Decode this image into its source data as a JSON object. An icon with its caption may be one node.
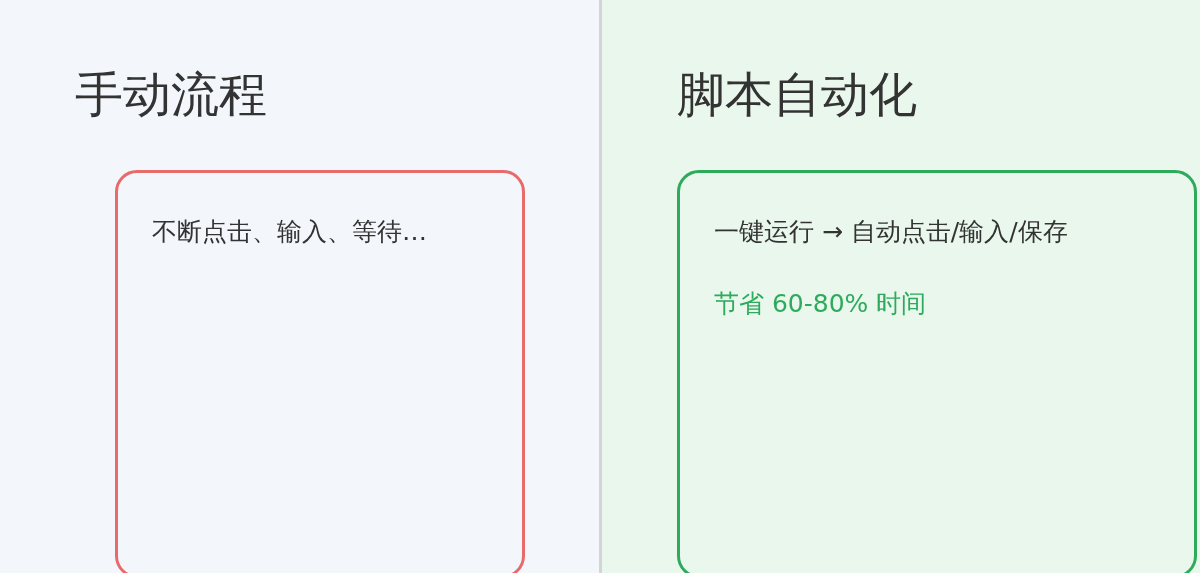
{
  "diagram": {
    "nodes": [
      {
        "text": [
          "手动流程"
        ]
      },
      {
        "text": [
          "不断点击、输入、等待…"
        ],
        "in": 0
      },
      {
        "text": [
          "脚本自动化"
        ]
      },
      {
        "text": [
          "一键运行 → 自动点击/输入/保存",
          "节省 60-80% 时间"
        ],
        "in": 2
      }
    ],
    "edges": []
  }
}
